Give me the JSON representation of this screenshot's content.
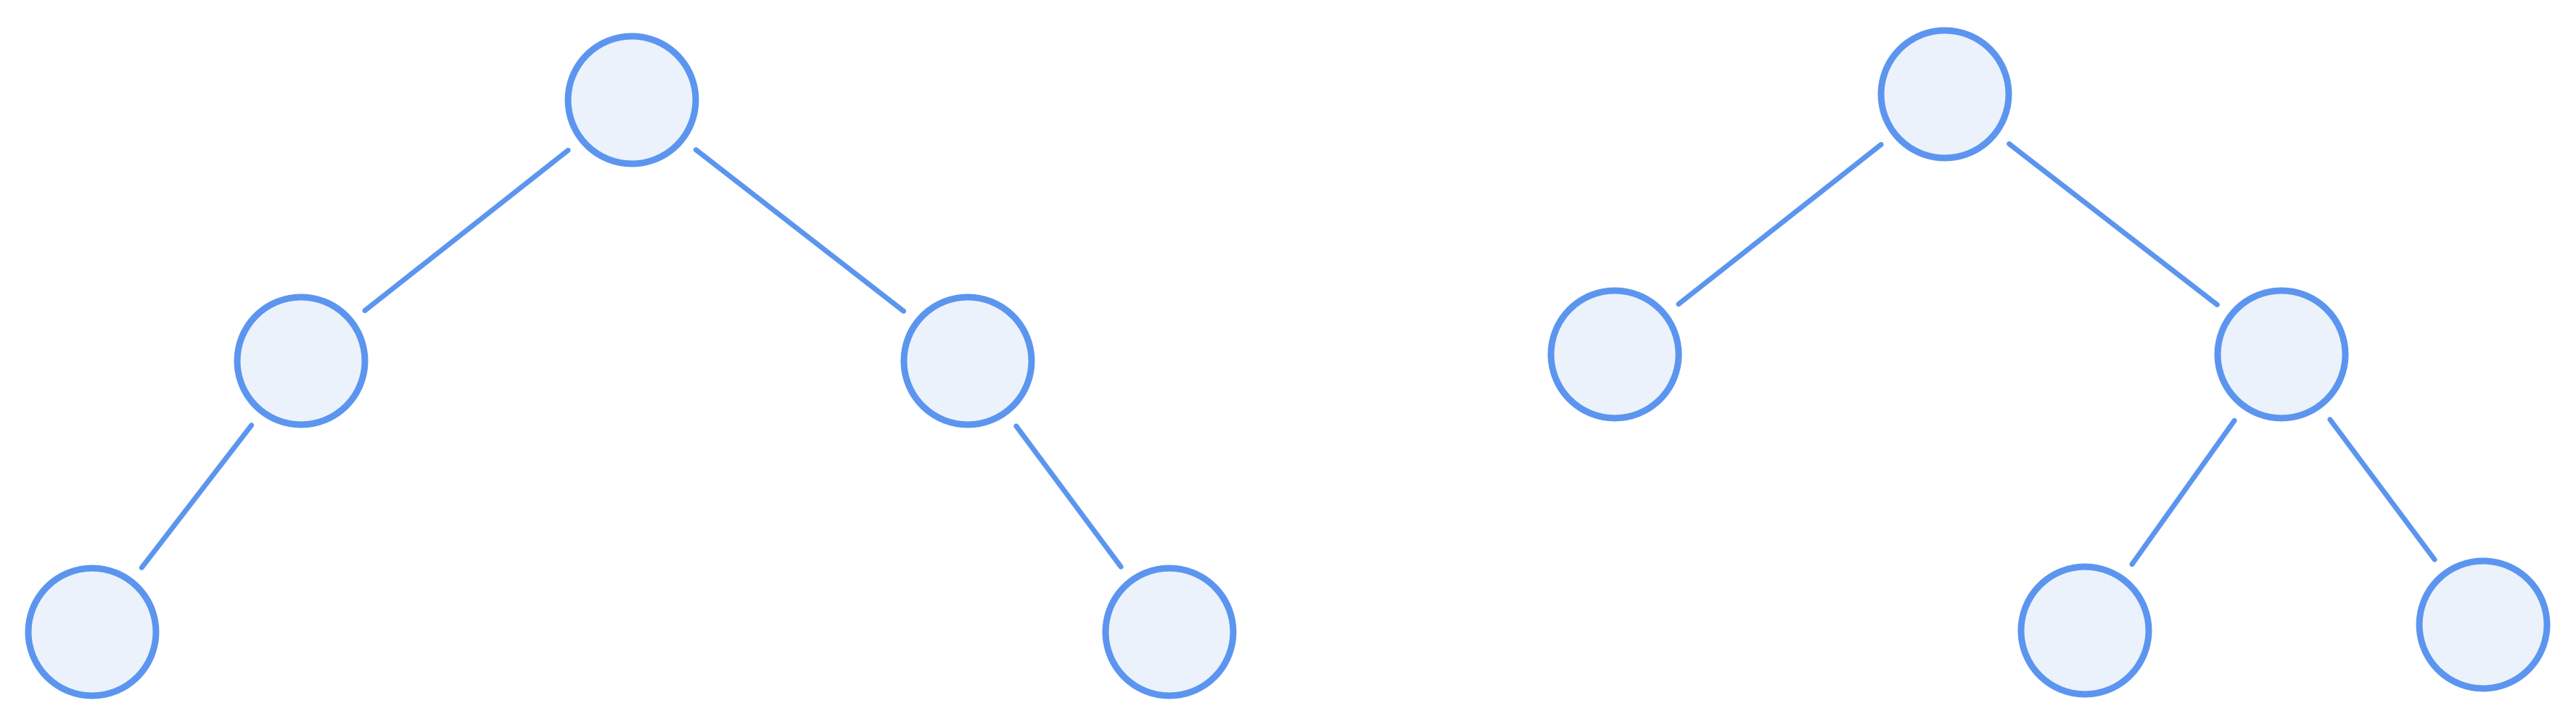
{
  "colors": {
    "background": "#ffffff",
    "node_stroke": "#5b95ef",
    "node_fill": "#ebf2fc",
    "edge_stroke": "#5b95ef"
  },
  "trees": [
    {
      "name": "tree-left",
      "nodes": [
        "root",
        "left-child",
        "right-child",
        "left-grandchild",
        "right-grandchild"
      ],
      "edges": [
        [
          "root",
          "left-child"
        ],
        [
          "root",
          "right-child"
        ],
        [
          "left-child",
          "left-grandchild"
        ],
        [
          "right-child",
          "right-grandchild"
        ]
      ]
    },
    {
      "name": "tree-right",
      "nodes": [
        "root",
        "left-child",
        "right-child",
        "right-left-grandchild",
        "right-right-grandchild"
      ],
      "edges": [
        [
          "root",
          "left-child"
        ],
        [
          "root",
          "right-child"
        ],
        [
          "right-child",
          "right-left-grandchild"
        ],
        [
          "right-child",
          "right-right-grandchild"
        ]
      ]
    }
  ]
}
